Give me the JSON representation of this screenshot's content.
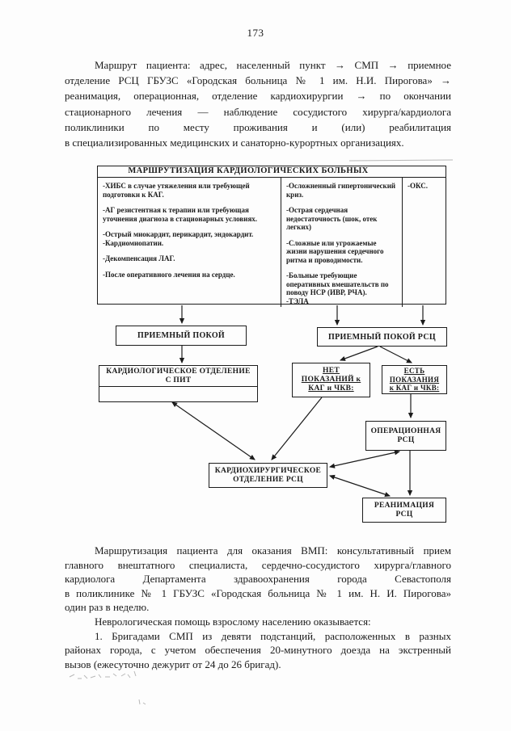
{
  "page_number": "173",
  "body_text": {
    "p1_lines": [
      "Маршрут пациента: адрес, населенный пункт → СМП → приемное",
      "отделение РСЦ ГБУЗС «Городская больница № 1 им. Н.И. Пирогова» →",
      "реанимация, операционная, отделение кардиохирургии → по окончании",
      "стационарного лечения — наблюдение сосудистого хирурга/кардиолога",
      "поликлиники по месту проживания и (или) реабилитация",
      "в специализированных медицинских и санаторно-курортных организациях."
    ],
    "p2_lines": [
      "Маршрутизация пациента для оказания ВМП: консультативный прием",
      "главного внештатного специалиста, сердечно-сосудистого хирурга/главного",
      "кардиолога Департамента здравоохранения города Севастополя",
      "в поликлинике № 1 ГБУЗС «Городская больница № 1 им. Н. И. Пирогова»",
      "один раз в неделю."
    ],
    "p3": "Неврологическая помощь взрослому населению оказывается:",
    "p4_lines": [
      "1. Бригадами СМП из девяти подстанций, расположенных в разных",
      "районах города, с учетом обеспечения 20-минутного доезда на экстренный",
      "вызов (ежесуточно дежурит от 24 до 26 бригад)."
    ]
  },
  "flowchart": {
    "title": "МАРШРУТИЗАЦИЯ КАРДИОЛОГИЧЕСКИХ БОЛЬНЫХ",
    "criteria_col1": [
      "-ХИБС в случае утяжеления или требующей подготовки к КАГ.",
      "-АГ резистентная к терапии или требующая уточнения диагноза в стационарных условиях.",
      "-Острый миокардит, перикардит, эндокардит.",
      "-Кардиомиопатии.",
      "-Декомпенсация ЛАГ.",
      "-После оперативного лечения на сердце."
    ],
    "criteria_col2": [
      "-Осложненный гипертонический криз.",
      "-Острая сердечная недостаточность (шок, отек легких)",
      "-Сложные или угрожаемые жизни нарушения сердечного ритма и проводимости.",
      "-Больные требующие оперативных вмешательств по поводу НСР (ИВР, РЧА).",
      "-ТЭЛА"
    ],
    "criteria_col3": [
      "-ОКС."
    ],
    "boxes": {
      "admission": "ПРИЕМНЫЙ ПОКОЙ",
      "admission_rsc": "ПРИЕМНЫЙ ПОКОЙ РСЦ",
      "cardiology_line1": "КАРДИОЛОГИЧЕСКОЕ ОТДЕЛЕНИЕ",
      "cardiology_line2": "С ПИТ",
      "no_indications": [
        "НЕТ",
        "ПОКАЗАНИЙ к",
        "КАГ и ЧКВ:"
      ],
      "yes_indications": [
        "ЕСТЬ",
        "ПОКАЗАНИЯ",
        "к КАГ и ЧКВ:"
      ],
      "operating_line1": "ОПЕРАЦИОННАЯ",
      "operating_line2": "РСЦ",
      "cardiosurgery_line1": "КАРДИОХИРУРГИЧЕСКОЕ",
      "cardiosurgery_line2": "ОТДЕЛЕНИЕ  РСЦ",
      "reanimation_line1": "РЕАНИМАЦИЯ",
      "reanimation_line2": "РСЦ"
    }
  }
}
